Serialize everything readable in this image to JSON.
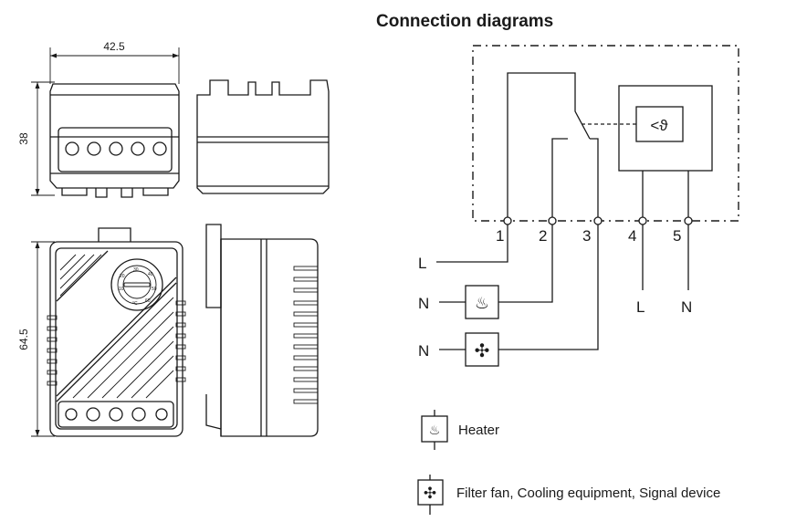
{
  "heading": "Connection diagrams",
  "dimensions": {
    "width": "42.5",
    "height_top": "38",
    "height_front": "64.5"
  },
  "dial": {
    "scale_labels": [
      "10",
      "20",
      "30",
      "40",
      "50",
      "60"
    ],
    "unit": "°C"
  },
  "thermostat_symbol": "<ϑ",
  "terminals": [
    "1",
    "2",
    "3",
    "4",
    "5"
  ],
  "line_labels": {
    "input_L": "L",
    "heater_N": "N",
    "fan_N": "N",
    "output_L": "L",
    "output_N": "N"
  },
  "legend": [
    {
      "icon": "heater-icon",
      "label": "Heater"
    },
    {
      "icon": "fan-icon",
      "label": "Filter fan, Cooling equipment, Signal device"
    }
  ]
}
